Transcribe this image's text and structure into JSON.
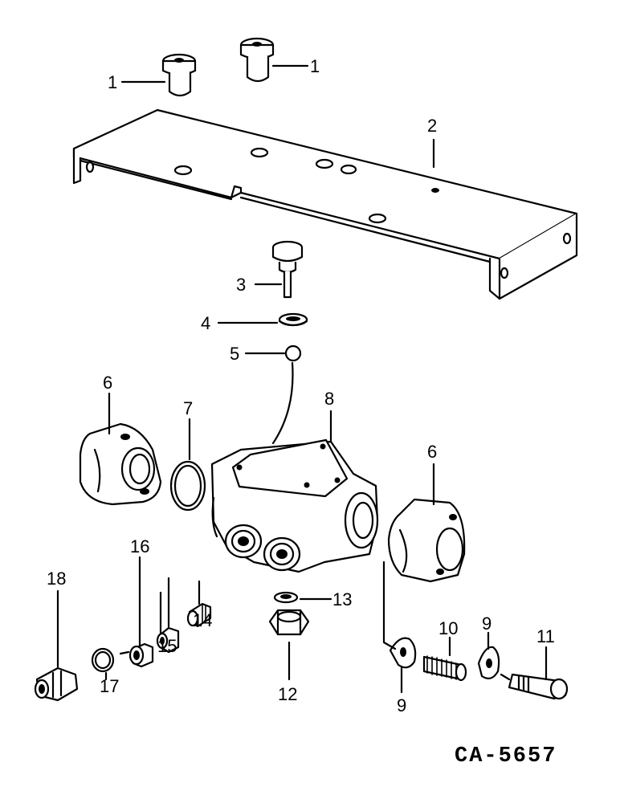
{
  "drawing_code": "CA-5657",
  "callouts": {
    "c1a": "1",
    "c1b": "1",
    "c2": "2",
    "c3": "3",
    "c4": "4",
    "c5": "5",
    "c6a": "6",
    "c6b": "6",
    "c7": "7",
    "c8": "8",
    "c9a": "9",
    "c9b": "9",
    "c10": "10",
    "c11": "11",
    "c12": "12",
    "c13": "13",
    "c14": "14",
    "c15": "15",
    "c16": "16",
    "c17": "17",
    "c18": "18"
  }
}
